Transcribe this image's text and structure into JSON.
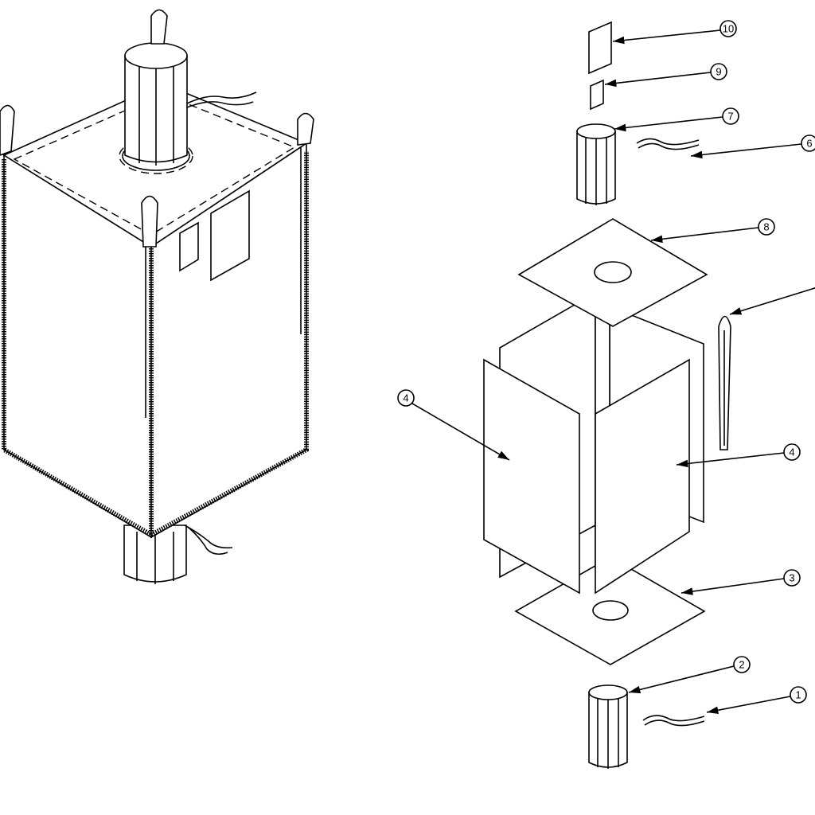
{
  "figure": {
    "callouts": [
      {
        "id": "c10",
        "text": "10"
      },
      {
        "id": "c9",
        "text": "9"
      },
      {
        "id": "c7",
        "text": "7"
      },
      {
        "id": "c6",
        "text": "6"
      },
      {
        "id": "c8",
        "text": "8"
      },
      {
        "id": "c4a",
        "text": "4"
      },
      {
        "id": "c4b",
        "text": "4"
      },
      {
        "id": "c3",
        "text": "3"
      },
      {
        "id": "c2",
        "text": "2"
      },
      {
        "id": "c1",
        "text": "1"
      }
    ],
    "colors": {
      "line": "#000000",
      "background": "#ffffff"
    }
  }
}
